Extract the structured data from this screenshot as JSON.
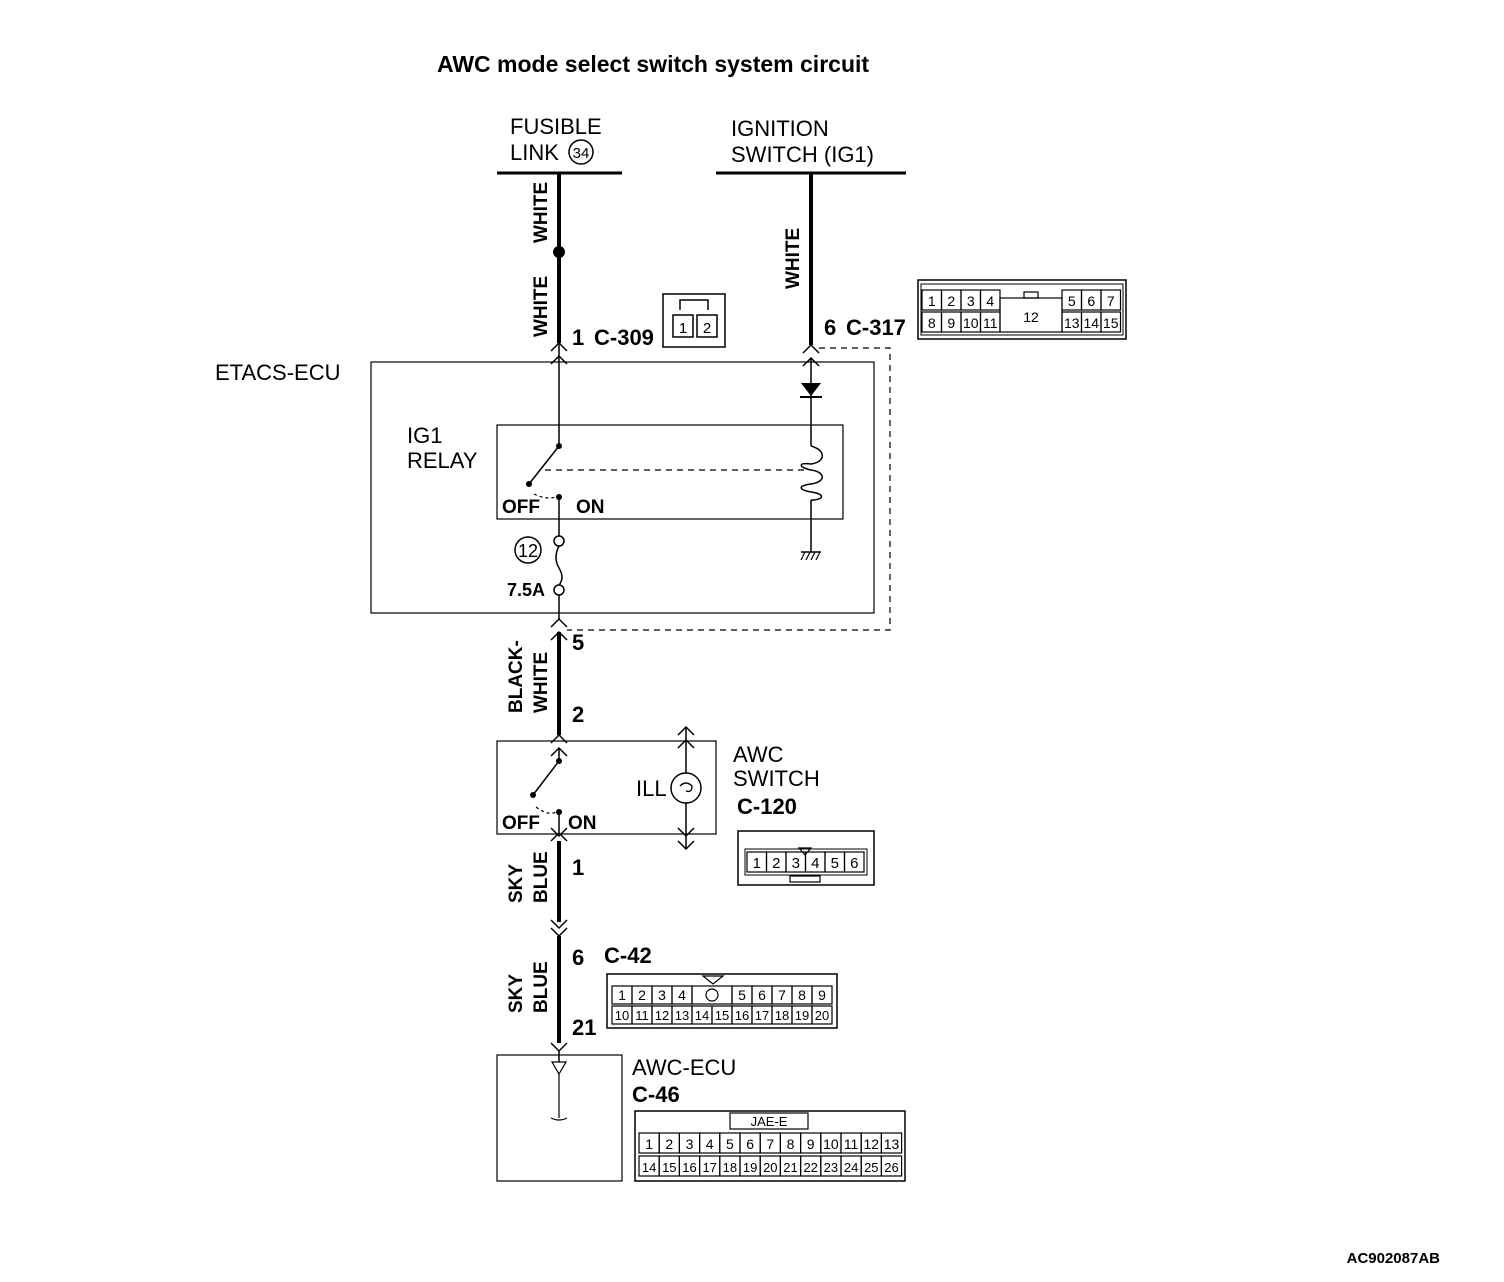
{
  "title": "AWC mode select switch system circuit",
  "sources": {
    "fusible_link": {
      "line1": "FUSIBLE",
      "line2": "LINK",
      "number": "34"
    },
    "ignition_switch": {
      "line1": "IGNITION",
      "line2": "SWITCH (IG1)"
    }
  },
  "wires": {
    "white_upper": "WHITE",
    "white_lower": "WHITE",
    "white_ig": "WHITE",
    "black_white_1": "BLACK-",
    "black_white_2": "WHITE",
    "sky_blue_1a": "SKY",
    "sky_blue_1b": "BLUE",
    "sky_blue_2a": "SKY",
    "sky_blue_2b": "BLUE"
  },
  "terminals": {
    "c309_pin": "1",
    "c309": "C-309",
    "c317_pin": "6",
    "c317": "C-317",
    "etacs_out": "5",
    "sw_in": "2",
    "sw_out": "1",
    "c42_pin": "6",
    "c42": "C-42",
    "ecu_in": "21"
  },
  "components": {
    "etacs_ecu": "ETACS-ECU",
    "ig1_relay_1": "IG1",
    "ig1_relay_2": "RELAY",
    "relay_off": "OFF",
    "relay_on": "ON",
    "fuse_number": "12",
    "fuse_rating": "7.5A",
    "awc_switch_1": "AWC",
    "awc_switch_2": "SWITCH",
    "awc_switch_conn": "C-120",
    "switch_off": "OFF",
    "switch_on": "ON",
    "ill": "ILL",
    "awc_ecu": "AWC-ECU",
    "awc_ecu_conn": "C-46"
  },
  "connectors": {
    "c309_pins": [
      "1",
      "2"
    ],
    "c317_top": [
      "1",
      "2",
      "3",
      "4",
      "5",
      "6",
      "7"
    ],
    "c317_bottom": [
      "8",
      "9",
      "10",
      "11",
      "13",
      "14",
      "15"
    ],
    "c317_center": "12",
    "c120_pins": [
      "1",
      "2",
      "3",
      "4",
      "5",
      "6"
    ],
    "c42_top": [
      "1",
      "2",
      "3",
      "4",
      "5",
      "6",
      "7",
      "8",
      "9"
    ],
    "c42_bottom": [
      "10",
      "11",
      "12",
      "13",
      "14",
      "15",
      "16",
      "17",
      "18",
      "19",
      "20"
    ],
    "c46_label": "JAE-E",
    "c46_top": [
      "1",
      "2",
      "3",
      "4",
      "5",
      "6",
      "7",
      "8",
      "9",
      "10",
      "11",
      "12",
      "13"
    ],
    "c46_bottom": [
      "14",
      "15",
      "16",
      "17",
      "18",
      "19",
      "20",
      "21",
      "22",
      "23",
      "24",
      "25",
      "26"
    ]
  },
  "figure_code": "AC902087AB"
}
